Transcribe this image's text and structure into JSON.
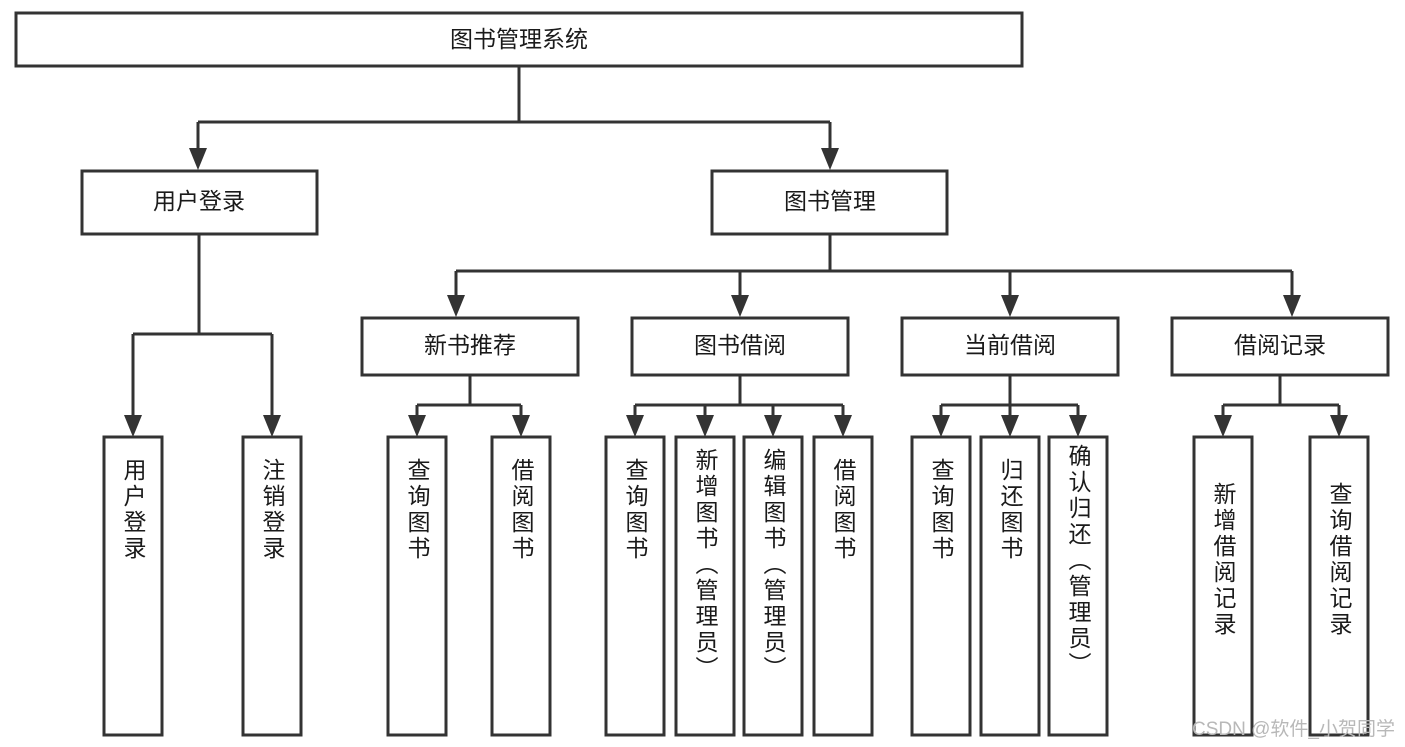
{
  "diagram": {
    "type": "tree-hierarchy-chart",
    "title": "图书管理系统",
    "root": {
      "id": "root",
      "label": "图书管理系统",
      "level": 1,
      "orientation": "horizontal"
    },
    "level2": [
      {
        "id": "user-login",
        "label": "用户登录",
        "orientation": "horizontal"
      },
      {
        "id": "book-management",
        "label": "图书管理",
        "orientation": "horizontal"
      }
    ],
    "level3": [
      {
        "id": "new-book-recommend",
        "label": "新书推荐",
        "parent": "book-management",
        "orientation": "horizontal"
      },
      {
        "id": "book-borrow",
        "label": "图书借阅",
        "parent": "book-management",
        "orientation": "horizontal"
      },
      {
        "id": "current-borrow",
        "label": "当前借阅",
        "parent": "book-management",
        "orientation": "horizontal"
      },
      {
        "id": "borrow-record",
        "label": "借阅记录",
        "parent": "book-management",
        "orientation": "horizontal"
      }
    ],
    "leaves": [
      {
        "id": "leaf-user-login",
        "label": "用户登录",
        "parent": "user-login",
        "orientation": "vertical"
      },
      {
        "id": "leaf-user-logout",
        "label": "注销登录",
        "parent": "user-login",
        "orientation": "vertical"
      },
      {
        "id": "leaf-query-book-1",
        "label": "查询图书",
        "parent": "new-book-recommend",
        "orientation": "vertical"
      },
      {
        "id": "leaf-borrow-book-1",
        "label": "借阅图书",
        "parent": "new-book-recommend",
        "orientation": "vertical"
      },
      {
        "id": "leaf-query-book-2",
        "label": "查询图书",
        "parent": "book-borrow",
        "orientation": "vertical"
      },
      {
        "id": "leaf-add-book",
        "label": "新增图书（管理员）",
        "parent": "book-borrow",
        "orientation": "vertical"
      },
      {
        "id": "leaf-edit-book",
        "label": "编辑图书（管理员）",
        "parent": "book-borrow",
        "orientation": "vertical"
      },
      {
        "id": "leaf-borrow-book-2",
        "label": "借阅图书",
        "parent": "book-borrow",
        "orientation": "vertical"
      },
      {
        "id": "leaf-query-book-3",
        "label": "查询图书",
        "parent": "current-borrow",
        "orientation": "vertical"
      },
      {
        "id": "leaf-return-book",
        "label": "归还图书",
        "parent": "current-borrow",
        "orientation": "vertical"
      },
      {
        "id": "leaf-confirm-return",
        "label": "确认归还（管理员）",
        "parent": "current-borrow",
        "orientation": "vertical"
      },
      {
        "id": "leaf-add-record",
        "label": "新增借阅记录",
        "parent": "borrow-record",
        "orientation": "vertical"
      },
      {
        "id": "leaf-query-record",
        "label": "查询借阅记录",
        "parent": "borrow-record",
        "orientation": "vertical"
      }
    ],
    "colors": {
      "box_stroke": "#333333",
      "box_fill": "#ffffff",
      "text": "#1a1a1a",
      "connector": "#333333",
      "watermark": "#b8b8b8",
      "background": "#ffffff"
    }
  },
  "watermark": {
    "text": "CSDN @软件_小贺同学"
  }
}
